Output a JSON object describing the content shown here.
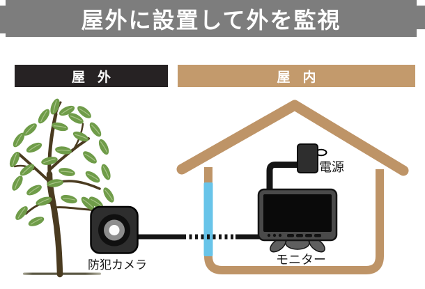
{
  "title": {
    "text": "屋外に設置して外を監視"
  },
  "zones": {
    "outdoor": {
      "label": "屋外"
    },
    "indoor": {
      "label": "屋内"
    }
  },
  "labels": {
    "camera": "防犯カメラ",
    "monitor": "モニター",
    "power": "電源"
  },
  "colors": {
    "banner_bg": "#7d7d7d",
    "banner_text": "#ffffff",
    "outdoor_bar_bg": "#262223",
    "indoor_bar_bg": "#c39a6c",
    "bar_text": "#ffffff",
    "house_tan": "#be9467",
    "wall_conduit_blue": "#68c4e9",
    "cable_black": "#151515",
    "camera_body": "#2e2e2e",
    "camera_lens_ring": "#101010",
    "camera_lens": "#8d8d8d",
    "camera_lens_center": "#fcfcfc",
    "monitor_bezel": "#4a4a4a",
    "monitor_screen": "#0a0a0a",
    "monitor_stand": "#5f5f5f",
    "adapter_body": "#2e2e2e",
    "leaf_green": "#6f9c49",
    "leaf_vein": "#a8c487",
    "trunk_brown": "#4a3b20",
    "ground_line": "#5c5945",
    "label_text": "#1a1a1a"
  }
}
